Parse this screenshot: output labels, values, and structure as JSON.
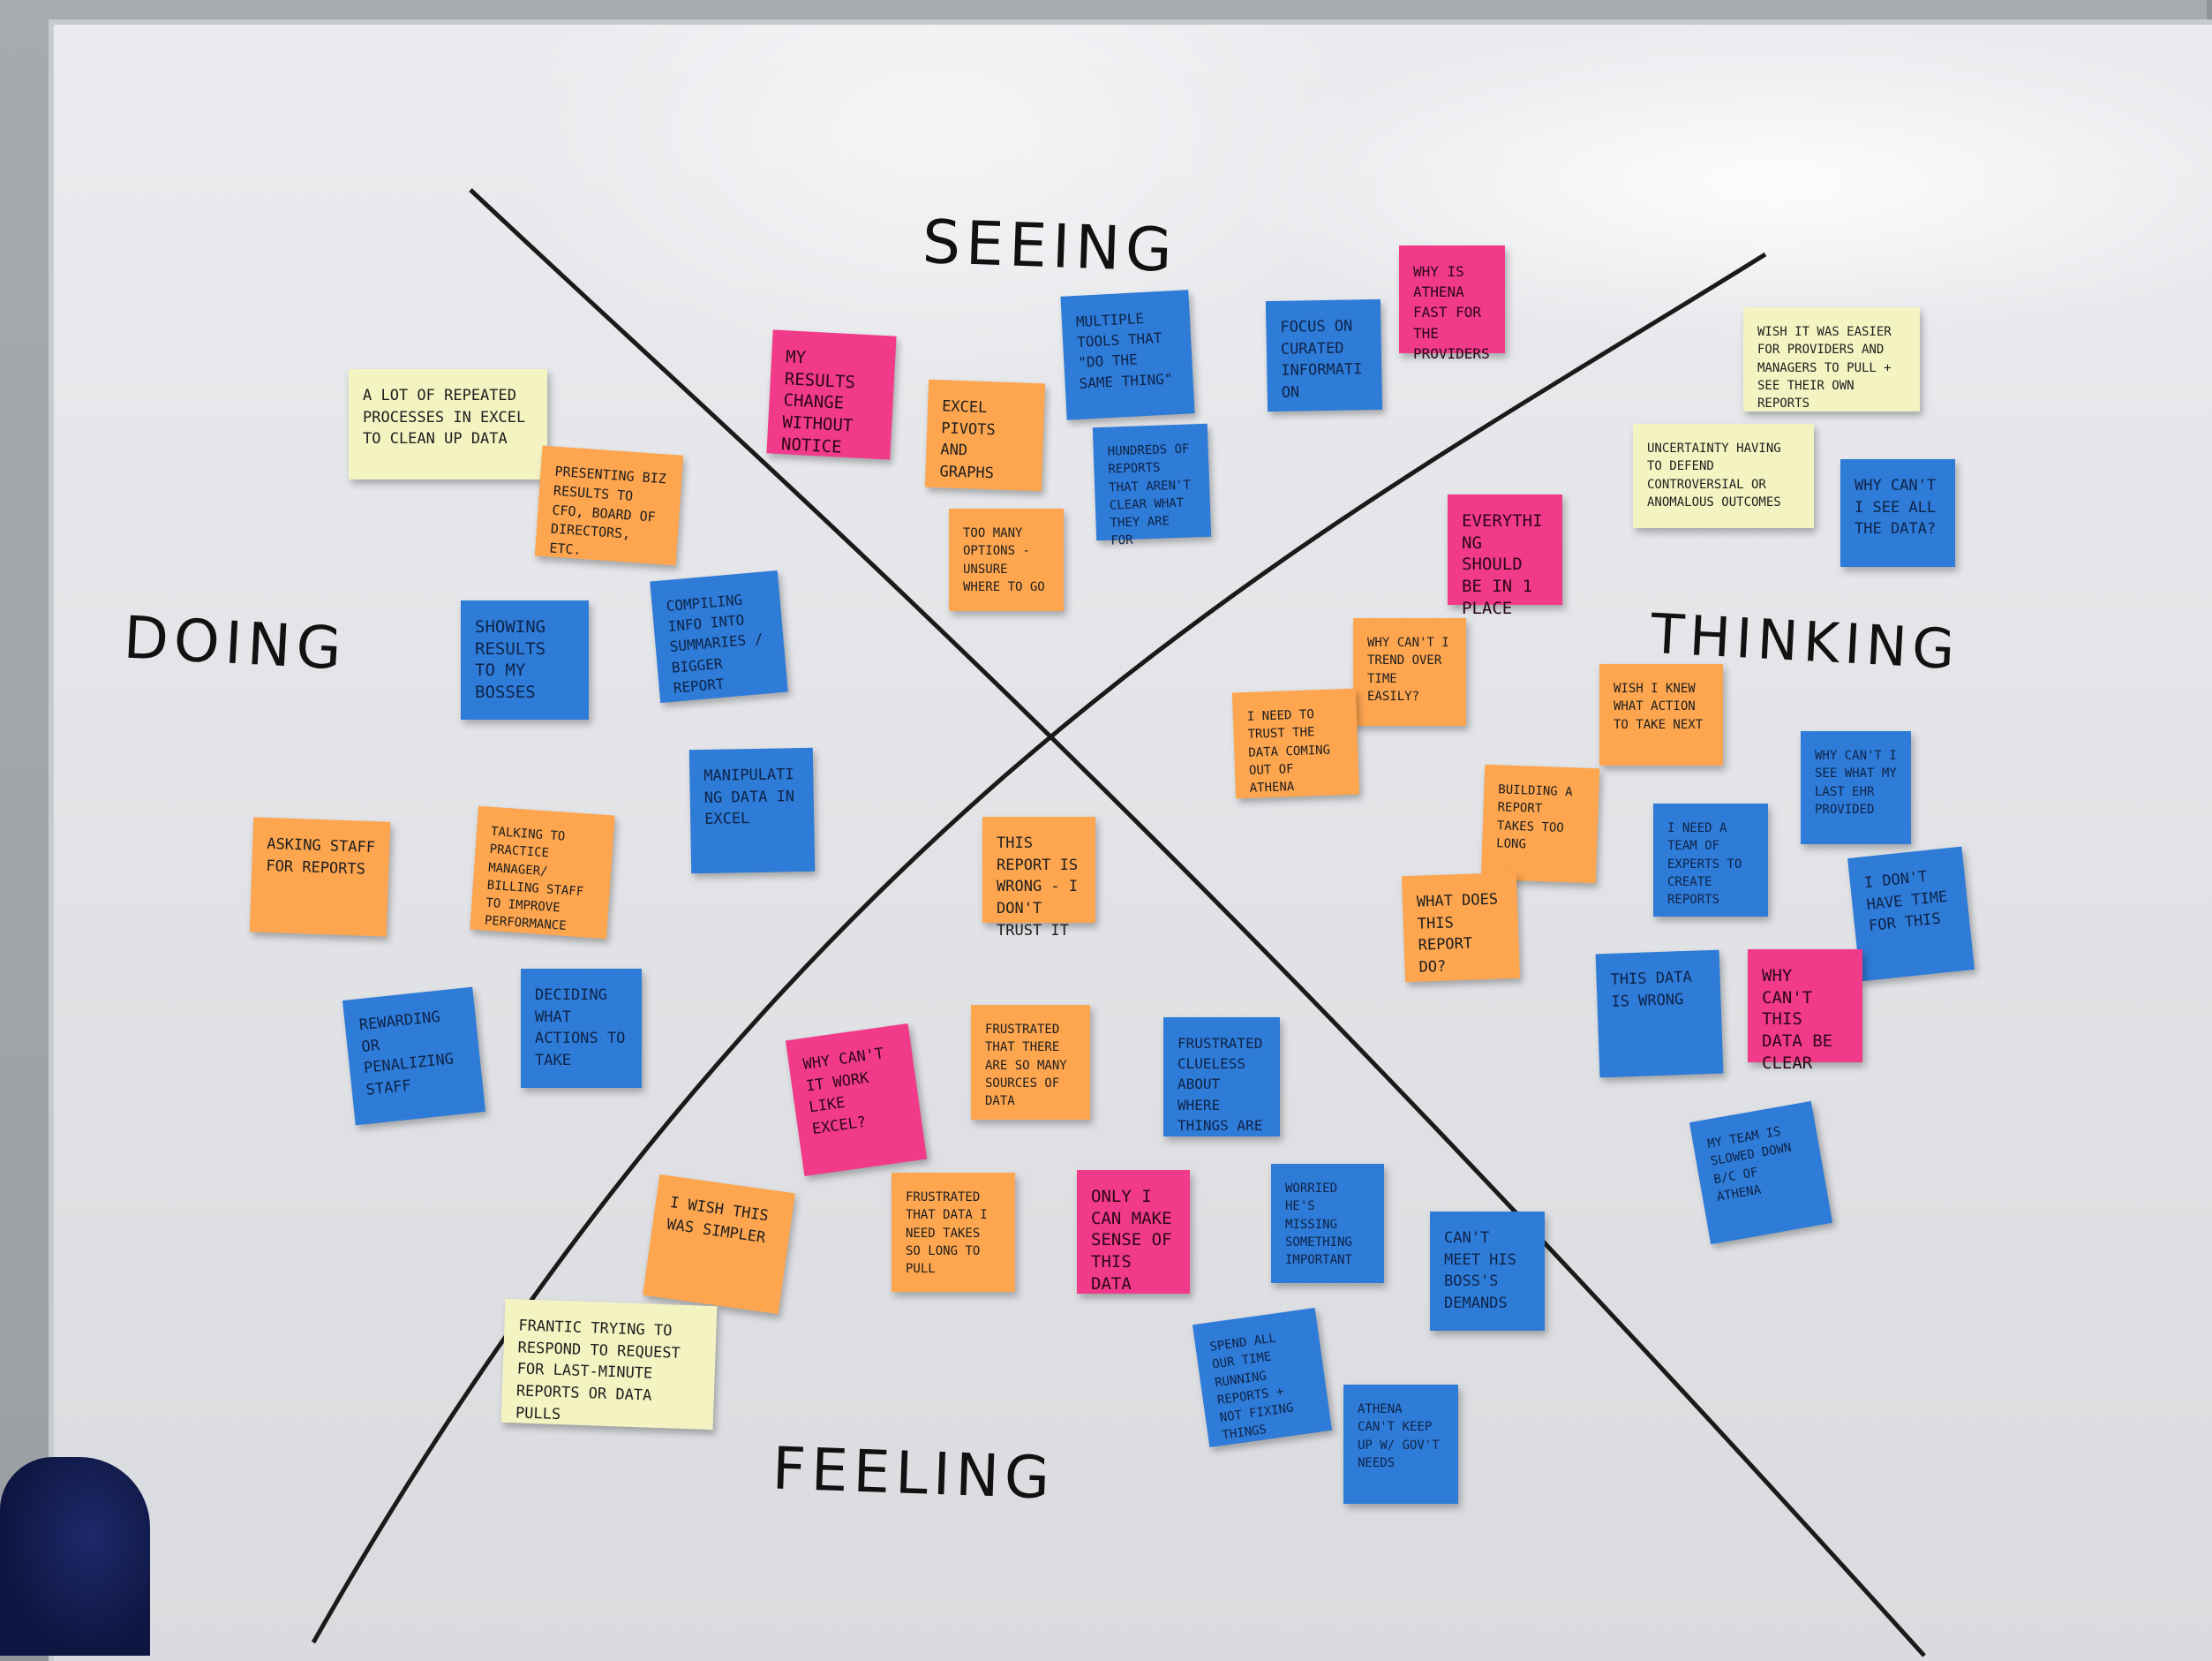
{
  "quadrants": {
    "seeing": "SEEING",
    "doing": "DOING",
    "thinking": "THINKING",
    "feeling": "FEELING"
  },
  "colors": {
    "blue": "#2f7bd8",
    "orange": "#fda54f",
    "pink": "#f23a8a",
    "yellow": "#f4f3c2"
  },
  "notes": {
    "n01": "A LOT OF REPEATED PROCESSES IN EXCEL TO CLEAN UP DATA",
    "n02": "PRESENTING BIZ RESULTS TO CFO, BOARD OF DIRECTORS, ETC.",
    "n03": "MY RESULTS CHANGE WITHOUT NOTICE",
    "n04": "EXCEL PIVOTS AND GRAPHS",
    "n05": "MULTIPLE TOOLS THAT \"DO THE SAME THING\"",
    "n06": "HUNDREDS OF REPORTS THAT AREN'T CLEAR WHAT THEY ARE FOR",
    "n07": "FOCUS ON CURATED INFORMATION",
    "n08": "WHY IS ATHENA FAST FOR THE PROVIDERS",
    "n09": "WISH IT WAS EASIER FOR PROVIDERS AND MANAGERS TO PULL + SEE THEIR OWN REPORTS",
    "n10": "UNCERTAINTY HAVING TO DEFEND CONTROVERSIAL OR ANOMALOUS OUTCOMES",
    "n11": "WHY CAN'T I SEE ALL THE DATA?",
    "n12": "TOO MANY OPTIONS - UNSURE WHERE TO GO",
    "n13": "EVERYTHING SHOULD BE IN 1 PLACE",
    "n14": "SHOWING RESULTS TO MY BOSSES",
    "n15": "COMPILING INFO INTO SUMMARIES / BIGGER REPORT",
    "n16": "WHY CAN'T I TREND OVER TIME EASILY?",
    "n17": "I NEED TO TRUST THE DATA COMING OUT OF ATHENA",
    "n18": "WISH I KNEW WHAT ACTION TO TAKE NEXT",
    "n19": "MANIPULATING DATA IN EXCEL",
    "n20": "WHY CAN'T I SEE WHAT MY LAST EHR PROVIDED",
    "n21": "BUILDING A REPORT TAKES TOO LONG",
    "n22": "I NEED A TEAM OF EXPERTS TO CREATE REPORTS",
    "n23": "ASKING STAFF FOR REPORTS",
    "n24": "TALKING TO PRACTICE MANAGER/ BILLING STAFF TO IMPROVE PERFORMANCE",
    "n25": "THIS REPORT IS WRONG - I DON'T TRUST IT",
    "n26": "WHAT DOES THIS REPORT DO?",
    "n27": "I DON'T HAVE TIME FOR THIS",
    "n28": "THIS DATA IS WRONG",
    "n29": "WHY CAN'T THIS DATA BE CLEAR",
    "n30": "DECIDING WHAT ACTIONS TO TAKE",
    "n31": "REWARDING OR PENALIZING STAFF",
    "n32": "FRUSTRATED THAT THERE ARE SO MANY SOURCES OF DATA",
    "n33": "FRUSTRATED CLUELESS ABOUT WHERE THINGS ARE",
    "n34": "WHY CAN'T IT WORK LIKE EXCEL?",
    "n35": "MY TEAM IS SLOWED DOWN B/C OF ATHENA",
    "n36": "I WISH THIS WAS SIMPLER",
    "n37": "FRUSTRATED THAT DATA I NEED TAKES SO LONG TO PULL",
    "n38": "ONLY I CAN MAKE SENSE OF THIS DATA",
    "n39": "WORRIED HE'S MISSING SOMETHING IMPORTANT",
    "n40": "CAN'T MEET HIS BOSS'S DEMANDS",
    "n41": "FRANTIC TRYING TO RESPOND TO REQUEST FOR LAST-MINUTE REPORTS OR DATA PULLS",
    "n42": "SPEND ALL OUR TIME RUNNING REPORTS + NOT FIXING THINGS",
    "n43": "ATHENA CAN'T KEEP UP W/ GOV'T NEEDS"
  }
}
